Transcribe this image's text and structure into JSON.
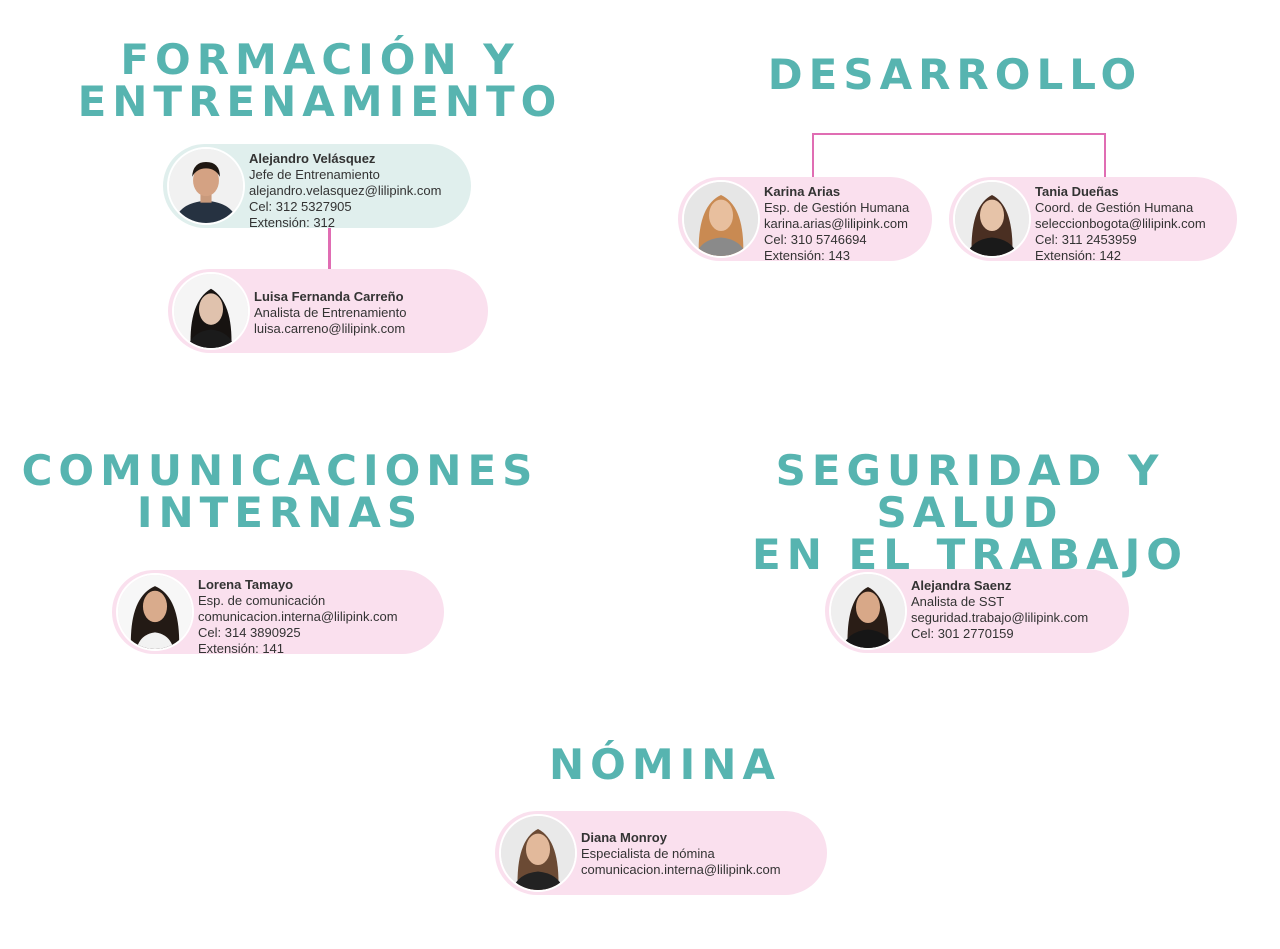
{
  "sections": {
    "formacion": {
      "title_line1": "FORMACIÓN Y",
      "title_line2": "ENTRENAMIENTO"
    },
    "desarrollo": {
      "title": "DESARROLLO"
    },
    "comunicaciones": {
      "title_line1": "COMUNICACIONES",
      "title_line2": "INTERNAS"
    },
    "seguridad": {
      "title_line1": "SEGURIDAD Y SALUD",
      "title_line2": "EN EL TRABAJO"
    },
    "nomina": {
      "title": "NÓMINA"
    }
  },
  "people": {
    "alejandro": {
      "name": "Alejandro Velásquez",
      "role": "Jefe de Entrenamiento",
      "email": "alejandro.velasquez@lilipink.com",
      "cel": "Cel: 312 5327905",
      "ext": "Extensión: 312"
    },
    "luisa": {
      "name": "Luisa Fernanda Carreño",
      "role": "Analista de Entrenamiento",
      "email": "luisa.carreno@lilipink.com"
    },
    "karina": {
      "name": "Karina Arias",
      "role": "Esp. de Gestión Humana",
      "email": "karina.arias@lilipink.com",
      "cel": "Cel: 310 5746694",
      "ext": "Extensión: 143"
    },
    "tania": {
      "name": "Tania Dueñas",
      "role": "Coord. de Gestión Humana",
      "email": "seleccionbogota@lilipink.com",
      "cel": "Cel: 311 2453959",
      "ext": "Extensión: 142"
    },
    "lorena": {
      "name": "Lorena Tamayo",
      "role": "Esp. de comunicación",
      "email": "comunicacion.interna@lilipink.com",
      "cel": "Cel: 314 3890925",
      "ext": "Extensión: 141"
    },
    "alejandra": {
      "name": "Alejandra Saenz",
      "role": "Analista de SST",
      "email": "seguridad.trabajo@lilipink.com",
      "cel": "Cel: 301 2770159"
    },
    "diana": {
      "name": "Diana Monroy",
      "role": "Especialista de nómina",
      "email": "comunicacion.interna@lilipink.com"
    }
  },
  "colors": {
    "title": "#57b4b0",
    "card_pink": "#fae0ee",
    "card_teal": "#e0efed",
    "connector": "#e06db3"
  }
}
